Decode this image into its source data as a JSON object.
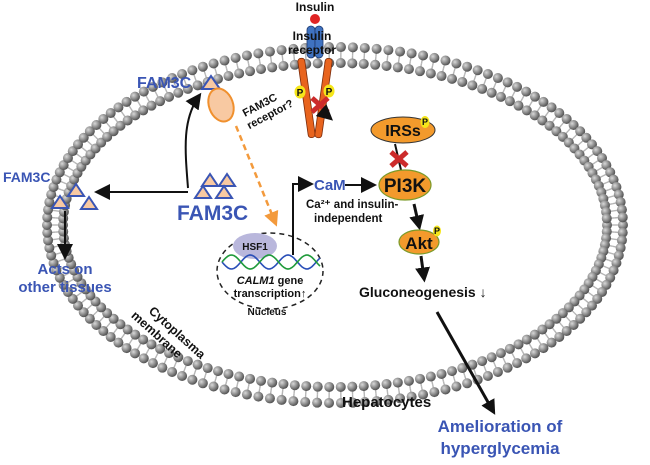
{
  "title": "FAM3C-HSF1-CaM signaling in hepatocytes",
  "colors": {
    "label_blue": "#3a55b4",
    "node_orange": "#f39a2c",
    "node_orange_stroke": "#7a9a2a",
    "inhibit_red": "#cc2b2b",
    "phospho_yellow": "#f5e61a",
    "receptor_orange": "#e8641e",
    "receptor_blue": "#3f72c0",
    "insulin_red": "#e02424",
    "triangle_fill": "#f8c9a2",
    "triangle_stroke": "#3a55b4",
    "membrane_gray": "#8a8a8a",
    "hsf1_fill": "#b9b7dc",
    "dashed_arrow": "#f39a3c"
  },
  "labels": {
    "insulin": "Insulin",
    "insulin_receptor_line1": "Insulin",
    "insulin_receptor_line2": "receptor",
    "fam3c_top": "FAM3C",
    "fam3c_receptor_line1": "FAM3C",
    "fam3c_receptor_line2": "receptor?",
    "fam3c_left": "FAM3C",
    "fam3c_center": "FAM3C",
    "acts_line1": "Acts on",
    "acts_line2": "other tissues",
    "cam": "CaM",
    "ca_line1": "Ca²⁺ and insulin-",
    "ca_line2": "independent",
    "hsf1": "HSF1",
    "calm1_gene": "CALM1",
    "calm1_rest": " gene",
    "transcription": "transcription↑",
    "nucleus": "Nucleus",
    "cytoplasma_line1": "Cytoplasma",
    "cytoplasma_line2": "membrane",
    "hepatocytes": "Hepatocytes",
    "amelioration_line1": "Amelioration of",
    "amelioration_line2": "hyperglycemia",
    "gluconeogenesis": "Gluconeogenesis ↓",
    "phospho": "P"
  },
  "nodes": {
    "irss": "IRSs",
    "pi3k": "PI3K",
    "akt": "Akt"
  }
}
